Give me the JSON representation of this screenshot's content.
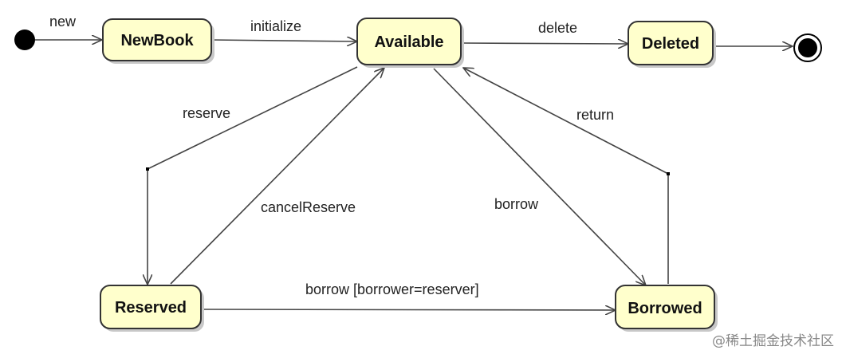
{
  "states": {
    "newbook": "NewBook",
    "available": "Available",
    "deleted": "Deleted",
    "reserved": "Reserved",
    "borrowed": "Borrowed"
  },
  "transitions": {
    "new": "new",
    "initialize": "initialize",
    "delete": "delete",
    "reserve": "reserve",
    "cancel_reserve": "cancelReserve",
    "borrow": "borrow",
    "return": "return",
    "borrow_reserved": "borrow [borrower=reserver]"
  },
  "watermark": "@稀土掘金技术社区",
  "colors": {
    "state_fill": "#ffffcc",
    "state_border": "#333333",
    "edge": "#444444"
  }
}
